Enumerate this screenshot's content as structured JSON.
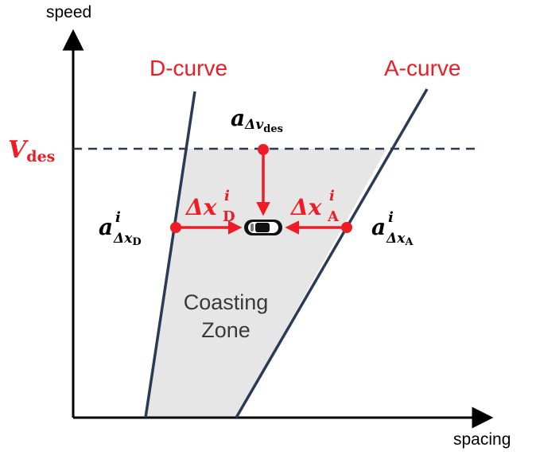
{
  "axes": {
    "y_label": "speed",
    "x_label": "spacing"
  },
  "curves": {
    "d_curve_label": "D-curve",
    "a_curve_label": "A-curve"
  },
  "desired_speed": {
    "symbol": "V",
    "subscript": "des"
  },
  "zone": {
    "line1": "Coasting",
    "line2": "Zone"
  },
  "annotations": {
    "a_dv": {
      "main": "a",
      "sub": "Δv",
      "subsub": "des"
    },
    "a_dxd": {
      "main": "a",
      "sup": "i",
      "sub": "Δx",
      "subsub": "D"
    },
    "a_dxa": {
      "main": "a",
      "sup": "i",
      "sub": "Δx",
      "subsub": "A"
    },
    "dx_d": {
      "main": "Δx",
      "sup": "i",
      "sub": "D"
    },
    "dx_a": {
      "main": "Δx",
      "sup": "i",
      "sub": "A"
    }
  },
  "colors": {
    "accent": "#ee1c25",
    "curve": "#2b3a55",
    "zone_fill": "#e6e6e6",
    "axis": "#000000",
    "dash": "#2b3a55"
  }
}
